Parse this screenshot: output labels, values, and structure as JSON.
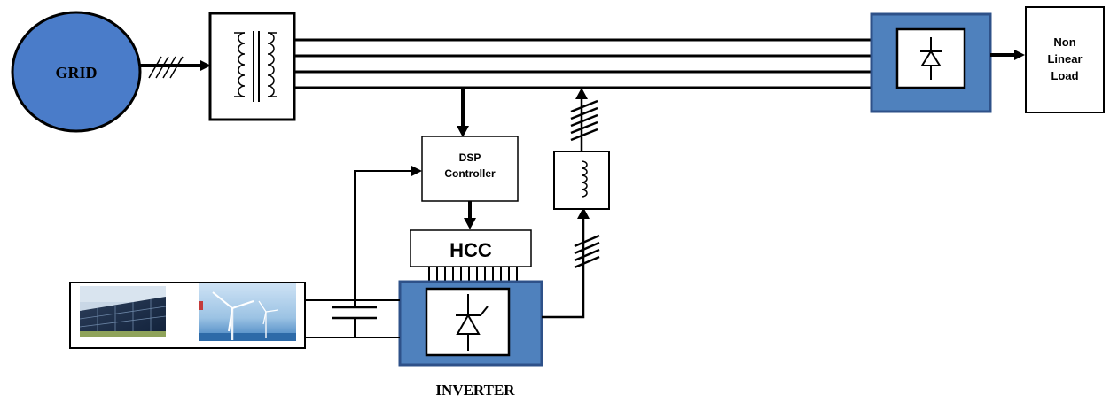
{
  "labels": {
    "grid": "GRID",
    "dsp_line1": "DSP",
    "dsp_line2": "Controller",
    "hcc": "HCC",
    "load_line1": "Non",
    "load_line2": "Linear",
    "load_line3": "Load",
    "inverter": "INVERTER"
  },
  "colors": {
    "grid_fill": "#4a7cc9",
    "block_fill": "#4f81bd",
    "block_stroke": "#2e5189",
    "line": "#000000"
  },
  "icons": {
    "transformer": "transformer-icon",
    "rectifier": "diode-rectifier-icon",
    "inverter": "igbt-inverter-icon",
    "inductor": "inductor-icon",
    "capacitor": "capacitor-icon",
    "solar": "solar-panel-image",
    "wind": "wind-turbine-image"
  }
}
